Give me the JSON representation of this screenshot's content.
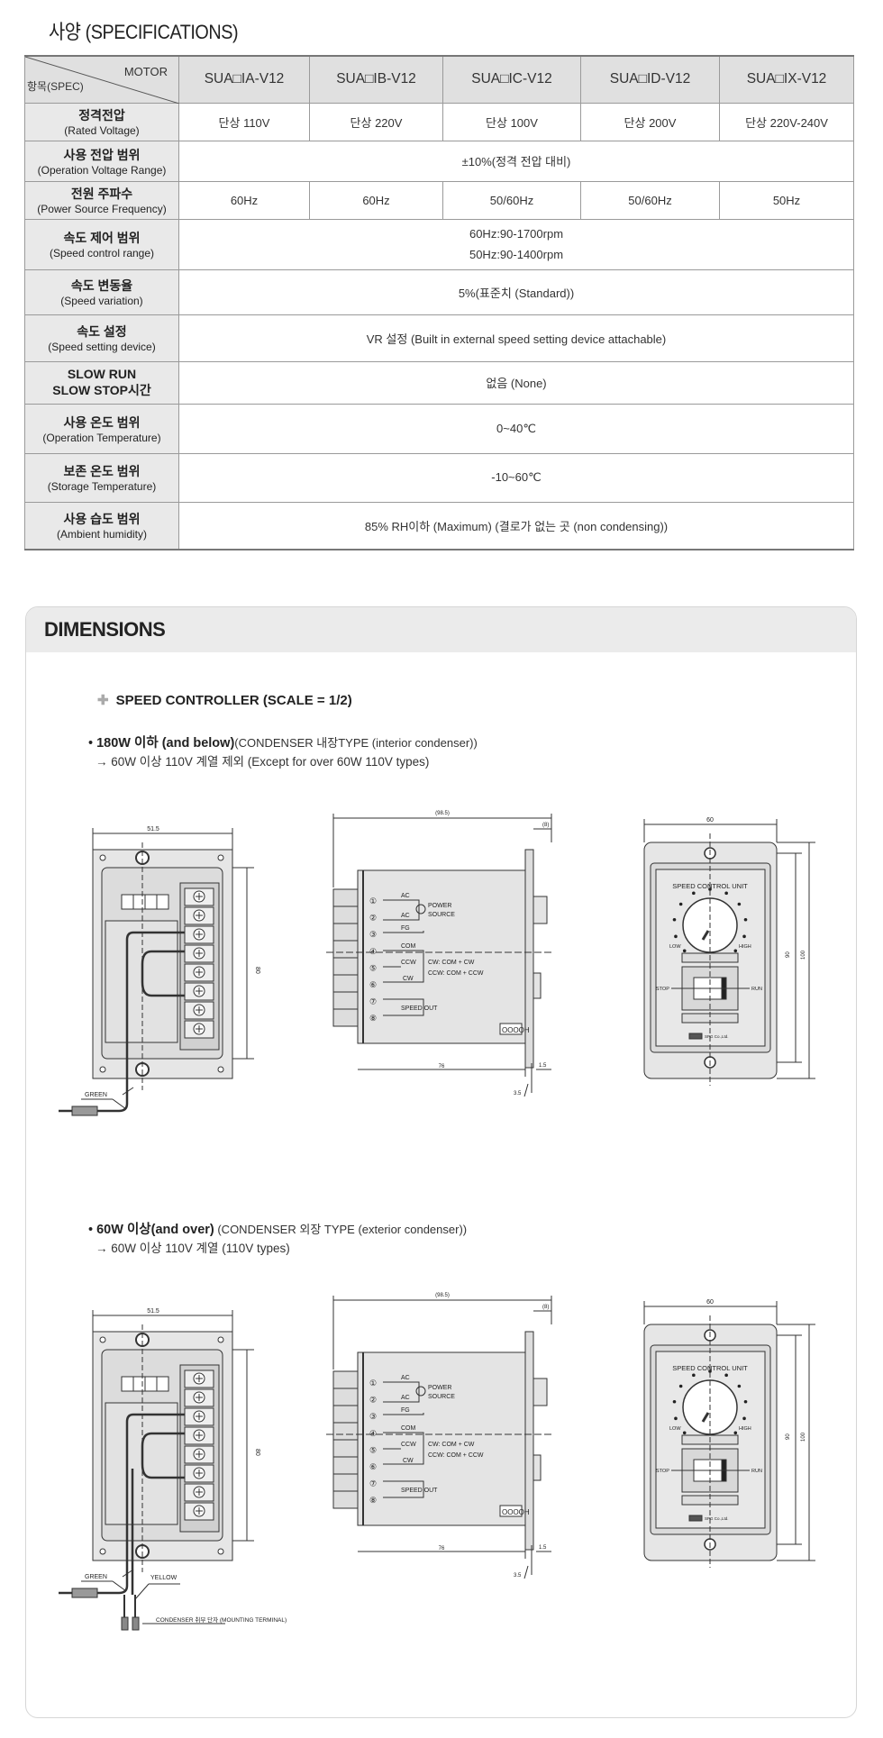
{
  "title": "사양 (SPECIFICATIONS)",
  "spec_table": {
    "corner_motor": "MOTOR",
    "corner_spec": "항목(SPEC)",
    "models": [
      "SUA□IA-V12",
      "SUA□IB-V12",
      "SUA□IC-V12",
      "SUA□ID-V12",
      "SUA□IX-V12"
    ],
    "rows": [
      {
        "ko": "정격전압",
        "en": "(Rated Voltage)",
        "values": [
          "단상 110V",
          "단상 220V",
          "단상 100V",
          "단상 200V",
          "단상 220V-240V"
        ]
      },
      {
        "ko": "사용 전압 범위",
        "en": "(Operation Voltage Range)",
        "value": "±10%(정격 전압 대비)"
      },
      {
        "ko": "전원 주파수",
        "en": "(Power Source Frequency)",
        "values": [
          "60Hz",
          "60Hz",
          "50/60Hz",
          "50/60Hz",
          "50Hz"
        ]
      },
      {
        "ko": "속도 제어 범위",
        "en": "(Speed control range)",
        "value": "60Hz:90-1700rpm",
        "value2": "50Hz:90-1400rpm"
      },
      {
        "ko": "속도 변동율",
        "en": "(Speed variation)",
        "value": "5%(표준치 (Standard))"
      },
      {
        "ko": "속도 설정",
        "en": "(Speed setting device)",
        "value": "VR 설정 (Built in external speed setting device attachable)"
      },
      {
        "ko": "SLOW RUN",
        "en": "SLOW STOP시간",
        "value": "없음 (None)"
      },
      {
        "ko": "사용 온도 범위",
        "en": "(Operation Temperature)",
        "value": "0~40℃"
      },
      {
        "ko": "보존 온도 범위",
        "en": "(Storage Temperature)",
        "value": "-10~60℃"
      },
      {
        "ko": "사용 습도 범위",
        "en": "(Ambient humidity)",
        "value": "85% RH이하 (Maximum) (결로가 없는 곳 (non condensing))"
      }
    ]
  },
  "dimensions": {
    "header": "DIMENSIONS",
    "subtitle": "SPEED CONTROLLER (SCALE = 1/2)",
    "sections": [
      {
        "bullet_bold": "180W 이하 (and below)",
        "bullet_rest": "(CONDENSER 내장TYPE (interior condenser))",
        "note": "→ 60W 이상 110V 계열 제외 (Except for over 60W 110V types)"
      },
      {
        "bullet_bold": "60W 이상(and over)",
        "bullet_rest": " (CONDENSER 외장 TYPE (exterior condenser))",
        "note": "→ 60W 이상 110V 계열 (110V types)"
      }
    ],
    "drawing": {
      "width_back": "51.5",
      "height_back": "80",
      "green": "GREEN",
      "yellow": "YELLOW",
      "condenser_label": "CONDENSER 취부 단자 (MOUNTING TERMINAL)",
      "overall": "(98.5)",
      "flange": "(8)",
      "body": "76",
      "d35": "3.5",
      "d15": "1.5",
      "terminals": [
        "①",
        "②",
        "③",
        "④",
        "⑤",
        "⑥",
        "⑦",
        "⑧"
      ],
      "ac": "AC",
      "fg": "FG",
      "com": "COM",
      "ccw": "CCW",
      "cw": "CW",
      "power1": "POWER",
      "power2": "SOURCE",
      "cw_rule": "CW: COM + CW",
      "ccw_rule": "CCW: COM + CCW",
      "speed_out": "SPEED OUT",
      "model_plate": "OOOOH",
      "front_w": "60",
      "front_h1": "90",
      "front_h2": "100",
      "unit": "SPEED CONTROL UNIT",
      "low": "LOW",
      "high": "HIGH",
      "stop": "STOP",
      "run": "RUN",
      "brand": "SPG Co.,Ltd."
    }
  }
}
